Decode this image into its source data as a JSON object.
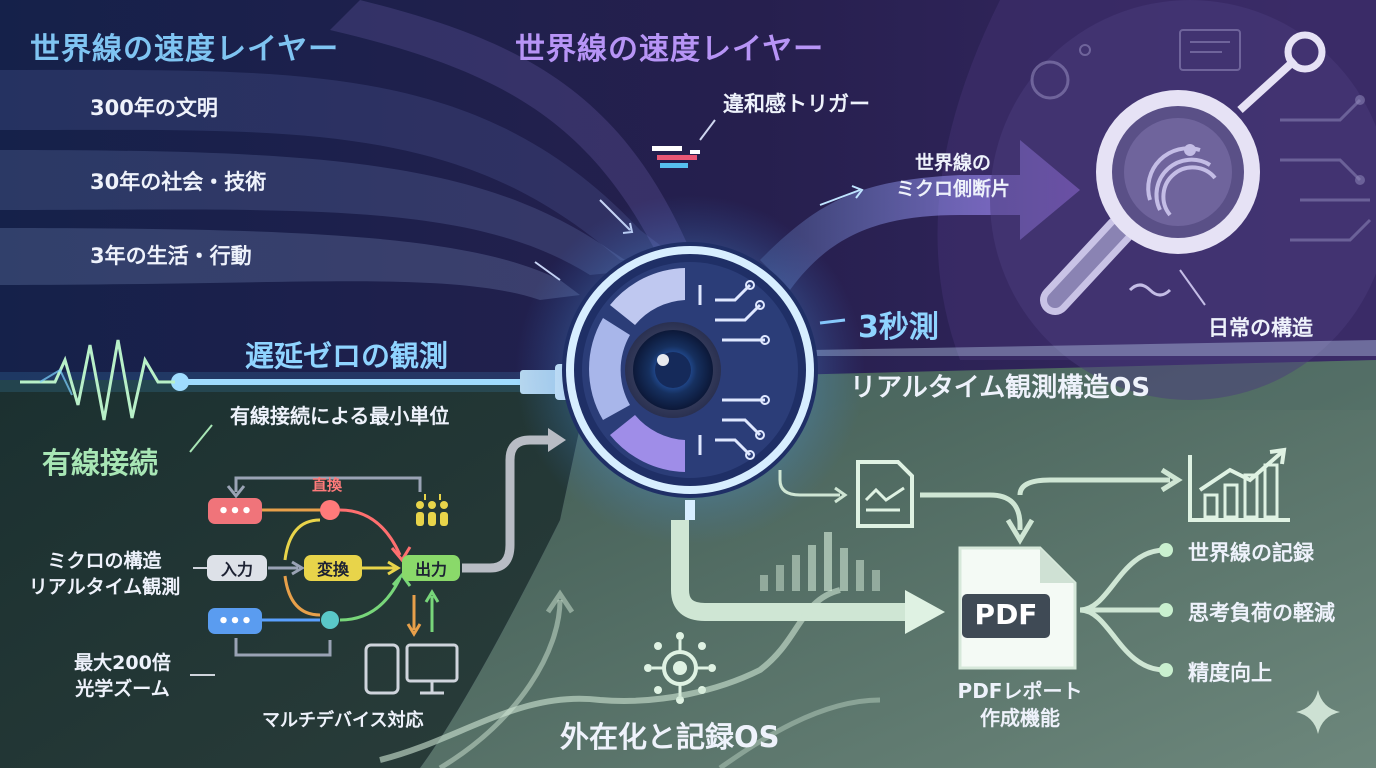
{
  "layers": {
    "title_left": "世界線の速度レイヤー",
    "title_right": "世界線の速度レイヤー",
    "items": [
      "300年の文明",
      "30年の社会・技術",
      "3年の生活・行動"
    ]
  },
  "trigger_label": "違和感トリガー",
  "micro_fragment": {
    "line1": "世界線の",
    "line2": "ミクロ側断片"
  },
  "daily_structure": "日常の構造",
  "three_sec": "3秒測",
  "core_title": "リアルタイム観測構造OS",
  "zero_delay": "遅延ゼロの観測",
  "wired": {
    "title": "有線接続",
    "desc": "有線接続による最小単位"
  },
  "flow": {
    "direct": "直換",
    "input": "入力",
    "convert": "変換",
    "output": "出力"
  },
  "micro_obs": {
    "line1": "ミクロの構造",
    "line2": "リアルタイム観測"
  },
  "zoom": {
    "line1": "最大200倍",
    "line2": "光学ズーム"
  },
  "multi_device": "マルチデバイス対応",
  "externalize": "外在化と記録OS",
  "pdf": {
    "badge": "PDF",
    "line1": "PDFレポート",
    "line2": "作成機能"
  },
  "benefits": [
    "世界線の記録",
    "思考負荷の軽減",
    "精度向上"
  ],
  "colors": {
    "cyan": "#7fd3ff",
    "violet": "#b794f6",
    "green": "#a8e6b5",
    "mint": "#c9f0cf"
  }
}
